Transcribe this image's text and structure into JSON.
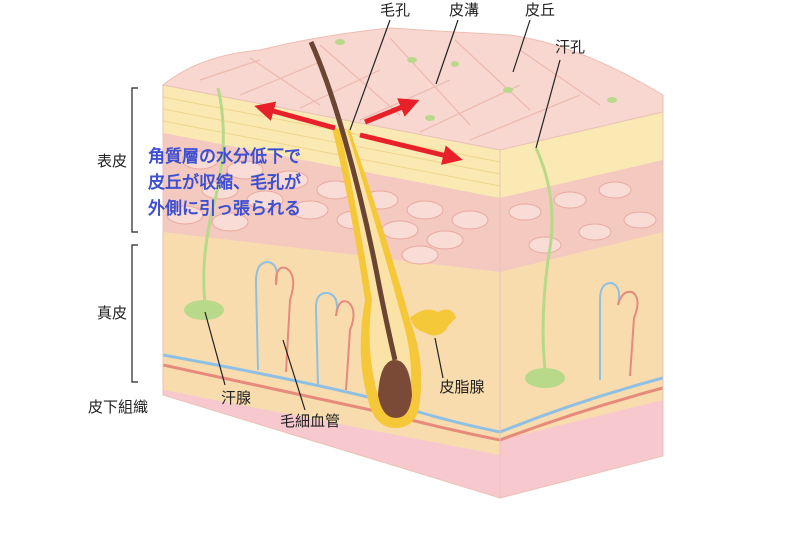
{
  "labels": {
    "hair_pore": "毛孔",
    "skin_groove": "皮溝",
    "skin_ridge": "皮丘",
    "sweat_pore": "汗孔",
    "epidermis": "表皮",
    "dermis": "真皮",
    "subcutaneous": "皮下組織",
    "sweat_gland": "汗腺",
    "capillary": "毛細血管",
    "sebaceous_gland": "皮脂腺"
  },
  "annotation": {
    "line1": "角質層の水分低下で",
    "line2": "皮丘が収縮、毛孔が",
    "line3": "外側に引っ張られる"
  },
  "colors": {
    "arrow": "#e8202a",
    "annotation_text": "#3e4fd0",
    "leader_line": "#222222",
    "surface": "#f7d7cf",
    "horny_layer": "#fbe9b4",
    "epidermis_cells": "#f3c9c0",
    "dermis": "#f8dcae",
    "subcutaneous": "#f7c9cf",
    "hair": "#6b4534",
    "hair_sheath": "#f5c83a",
    "sweat_gland": "#b9d98a",
    "vein": "#8fc0e4",
    "artery": "#e68b7c"
  }
}
